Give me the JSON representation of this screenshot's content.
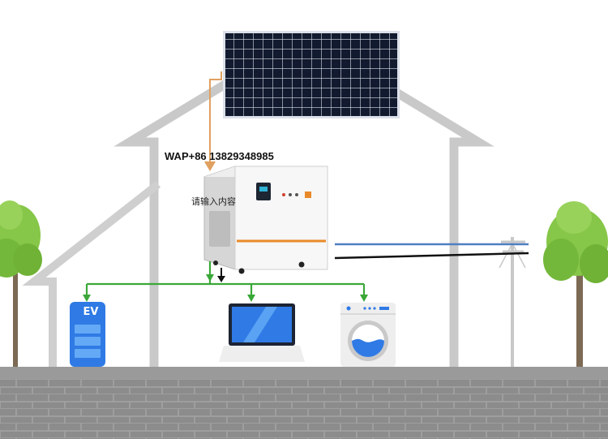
{
  "watermark": {
    "contact": "WAP+86 13829348985",
    "overlay_text": "请输入内容"
  },
  "ev_charger": {
    "label": "EV"
  },
  "colors": {
    "house_outline": "#c8c8c8",
    "wall": "#8f8f8f",
    "solar_feed_line": "#e0a060",
    "distribution_line": "#3aa838",
    "grid_line_blue": "#4f7fc2",
    "grid_line_black": "#111111",
    "appliance_blue": "#2f7ae5",
    "tree_green": "#7fc241",
    "battery_accent": "#e88a2a"
  },
  "icons": [
    "solar-panel-icon",
    "battery-storage-icon",
    "ev-charger-icon",
    "laptop-icon",
    "washing-machine-icon",
    "utility-pole-icon",
    "tree-icon"
  ]
}
